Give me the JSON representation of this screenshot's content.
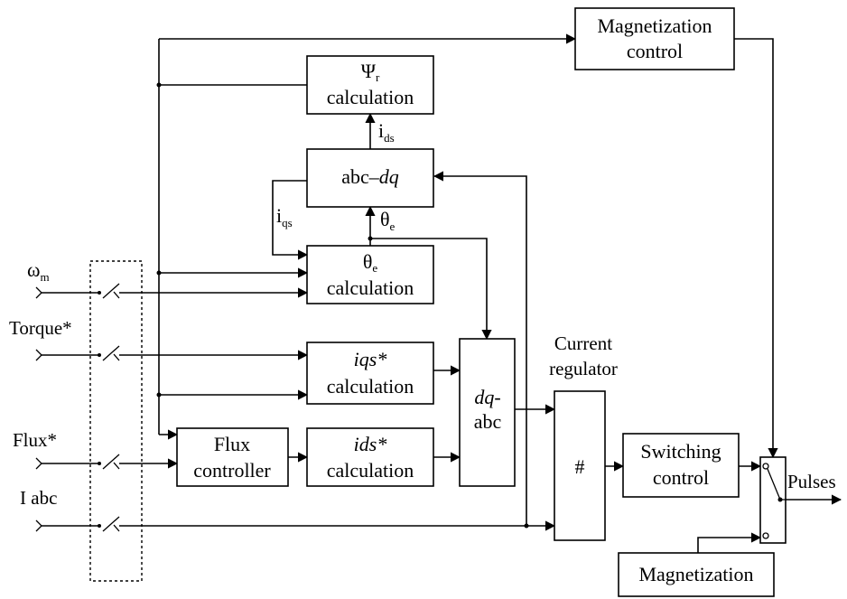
{
  "blocks": {
    "magnetization_control": [
      "Magnetization",
      "control"
    ],
    "psi_r_calc": {
      "symbol": "Ψ",
      "sub": "r",
      "line2": "calculation"
    },
    "abc_dq": {
      "prefix": "abc–",
      "suffix": "dq"
    },
    "theta_e_calc": {
      "symbol": "θ",
      "sub": "e",
      "line2": "calculation"
    },
    "iqs_calc": {
      "line1": "iqs*",
      "line2": "calculation"
    },
    "ids_calc": {
      "line1": "ids*",
      "line2": "calculation"
    },
    "flux_controller": [
      "Flux",
      "controller"
    ],
    "dq_abc": {
      "line1": "dq-",
      "line2": "abc"
    },
    "current_regulator": [
      "Current",
      "regulator"
    ],
    "hysteresis_symbol": "#",
    "switching_control": [
      "Switching",
      "control"
    ],
    "magnetization": "Magnetization"
  },
  "signals": {
    "omega_m": {
      "symbol": "ω",
      "sub": "m"
    },
    "torque": "Torque*",
    "flux": "Flux*",
    "i_abc": "I abc",
    "i_ds": {
      "symbol": "i",
      "sub": "ds"
    },
    "i_qs": {
      "symbol": "i",
      "sub": "qs"
    },
    "theta_e": {
      "symbol": "θ",
      "sub": "e"
    },
    "pulses": "Pulses"
  }
}
